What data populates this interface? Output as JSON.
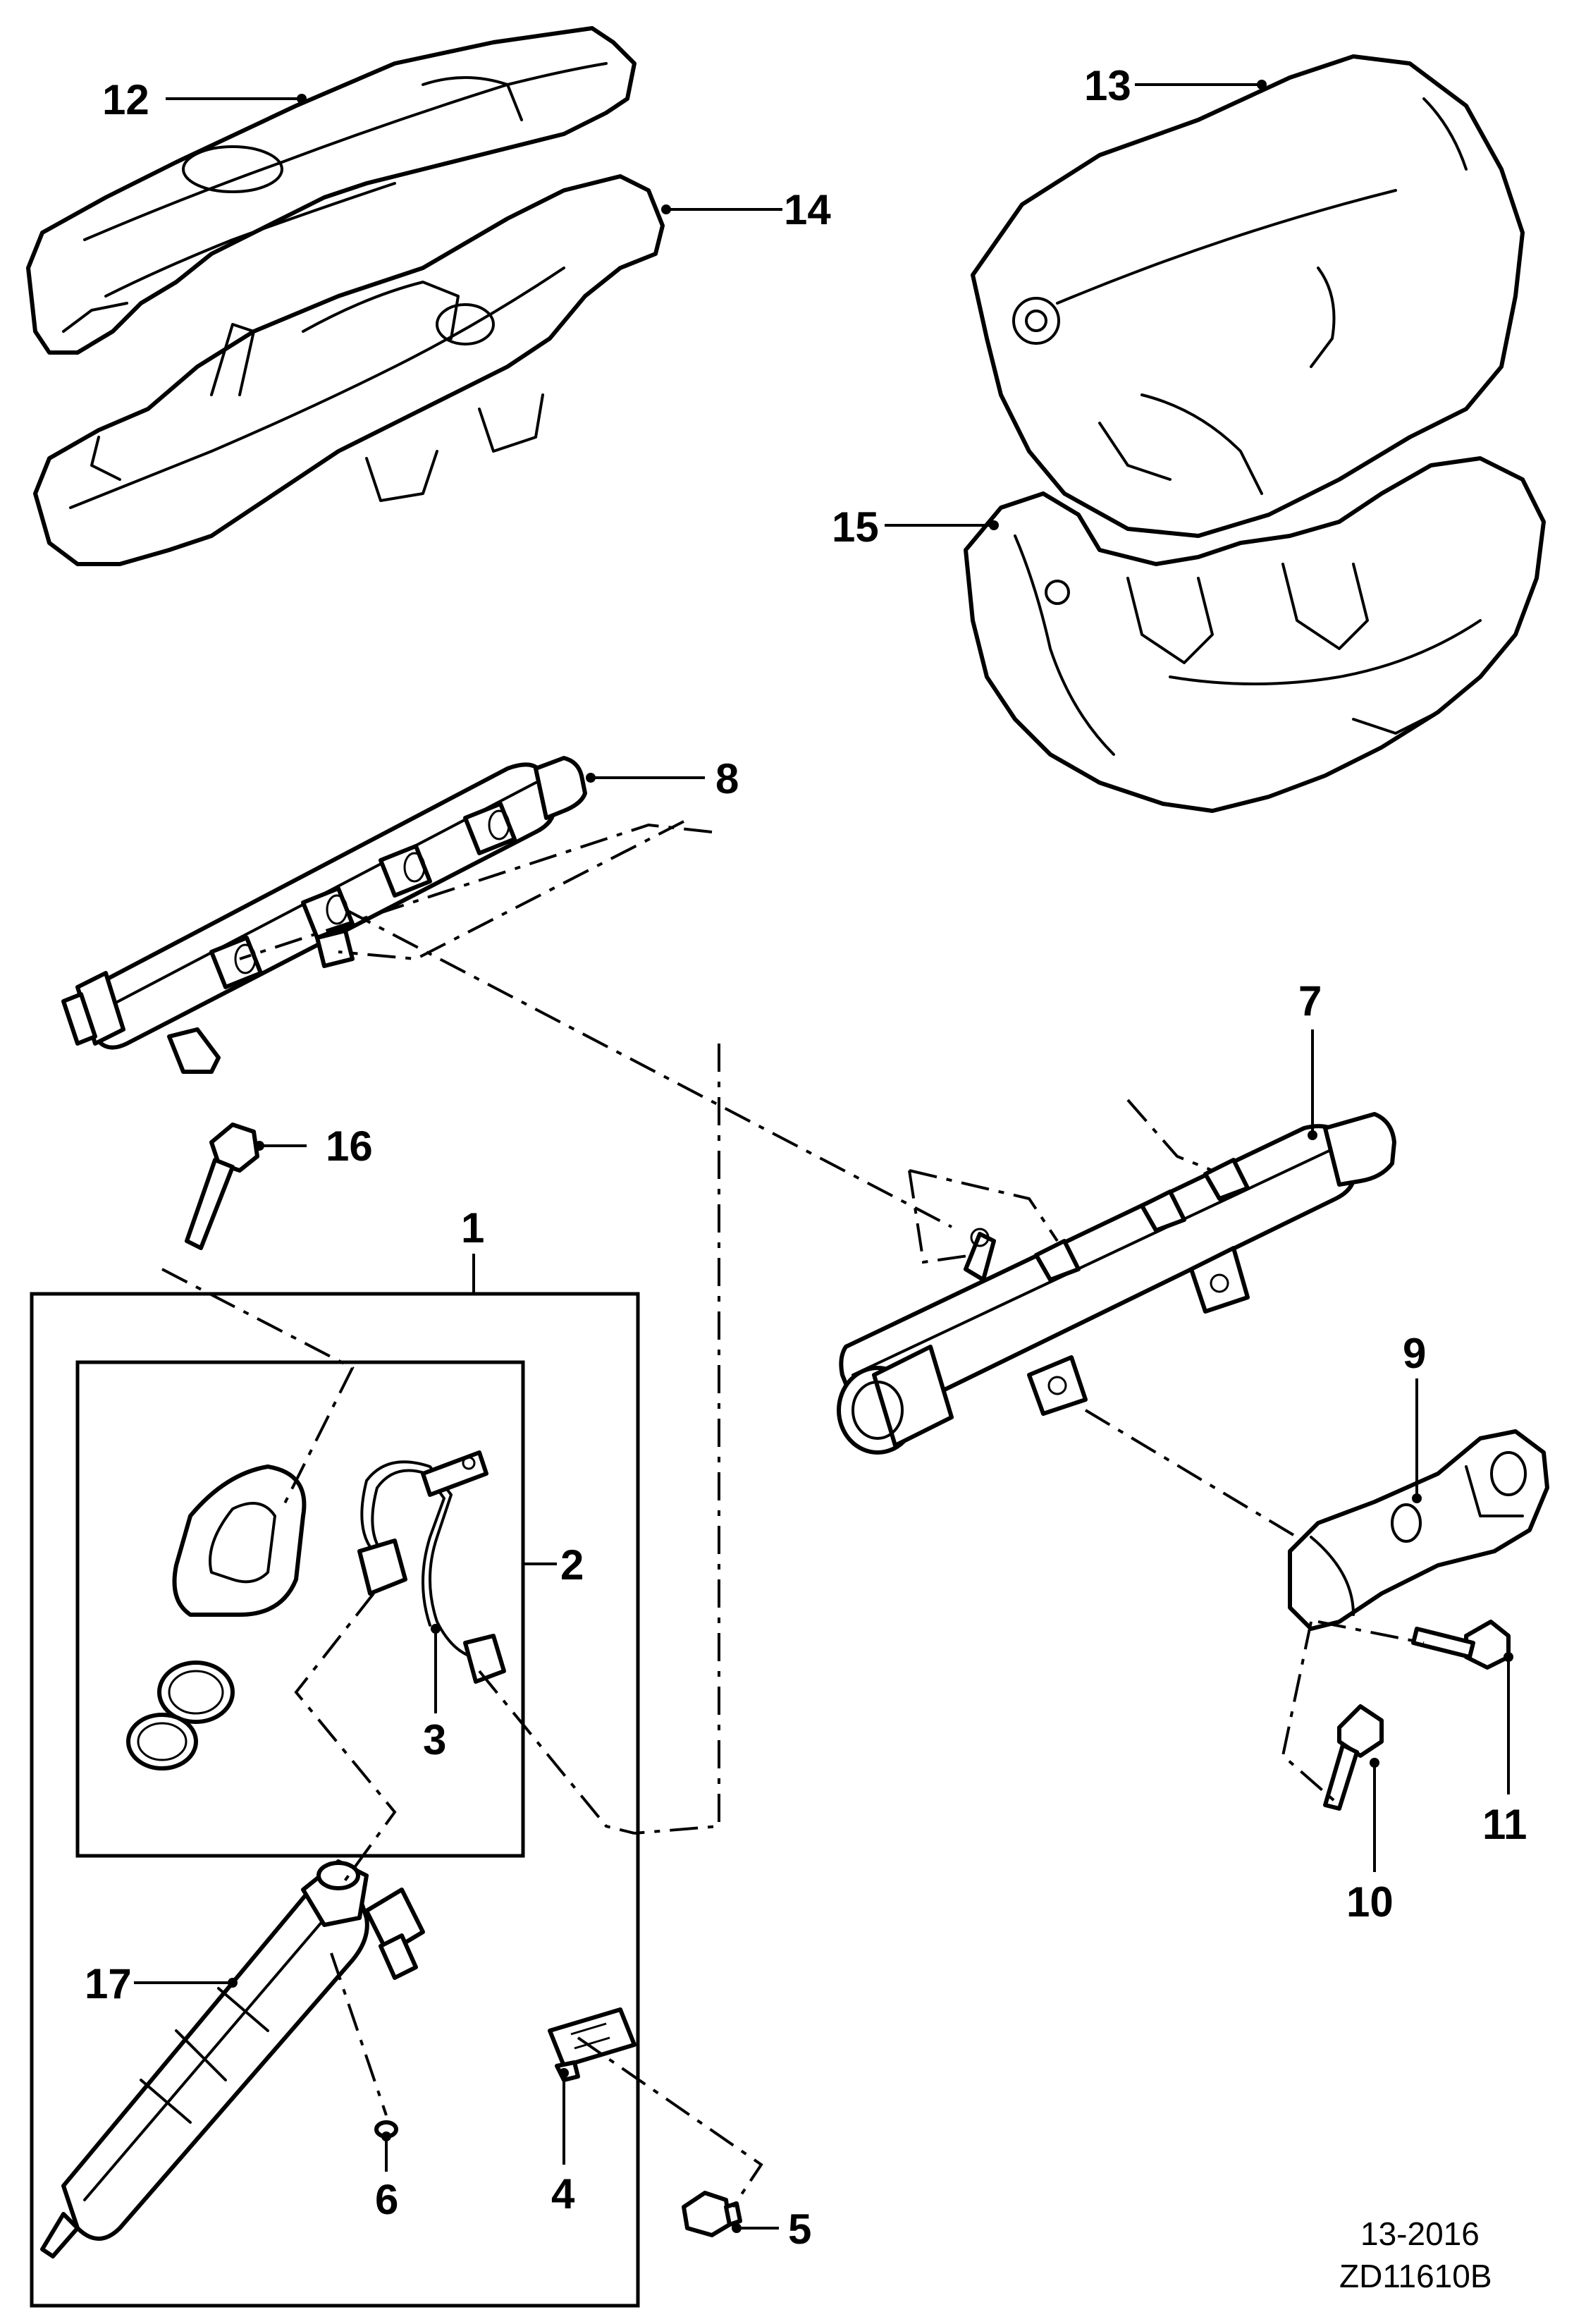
{
  "diagram": {
    "callouts": {
      "c1": "1",
      "c2": "2",
      "c3": "3",
      "c4": "4",
      "c5": "5",
      "c6": "6",
      "c7": "7",
      "c8": "8",
      "c9": "9",
      "c10": "10",
      "c11": "11",
      "c12": "12",
      "c13": "13",
      "c14": "14",
      "c15": "15",
      "c16": "16",
      "c17": "17"
    },
    "reference": {
      "date_code": "13-2016",
      "drawing_number": "ZD11610B"
    }
  }
}
